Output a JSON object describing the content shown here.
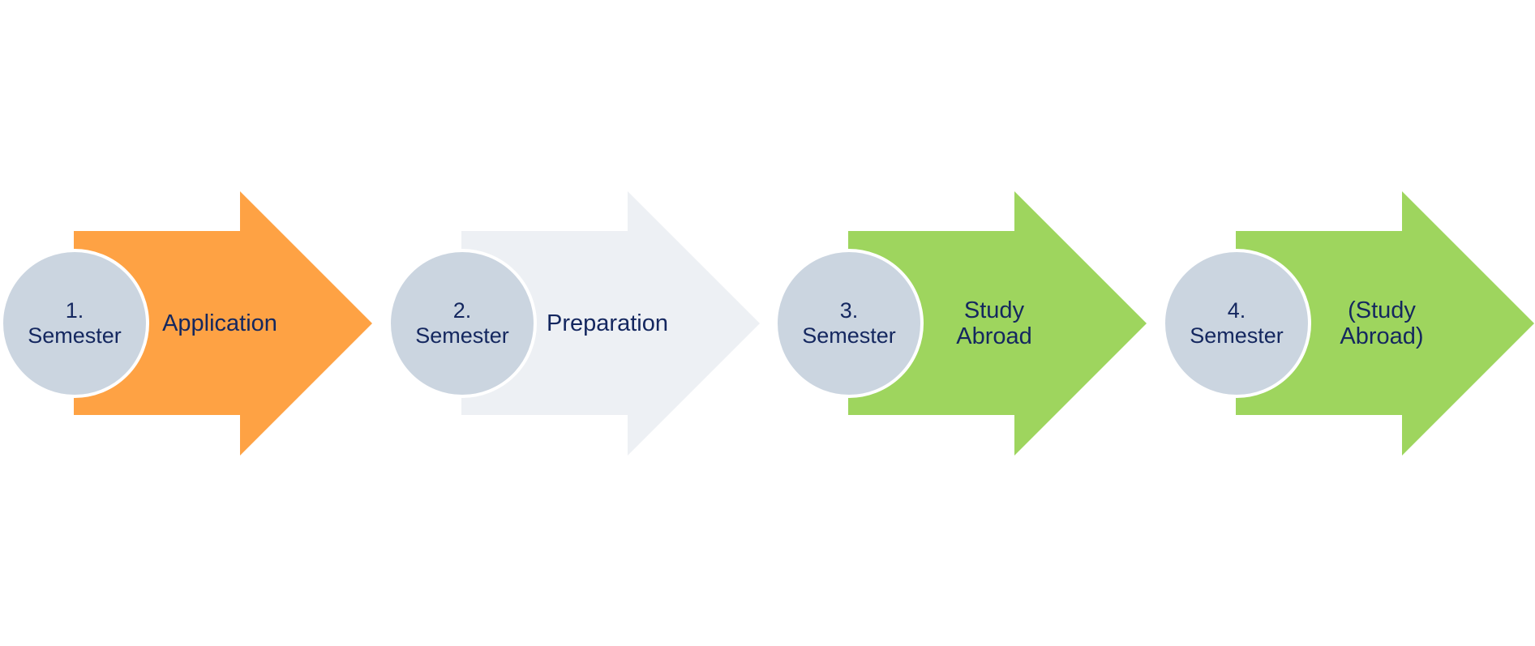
{
  "colors": {
    "text": "#14275f",
    "circle_fill": "#cbd5e0",
    "circle_stroke": "#ffffff"
  },
  "steps": [
    {
      "number": "1.",
      "period": "Semester",
      "phase_lines": [
        "Application"
      ],
      "arrow_fill": "#fea244"
    },
    {
      "number": "2.",
      "period": "Semester",
      "phase_lines": [
        "Preparation"
      ],
      "arrow_fill": "#edf0f4"
    },
    {
      "number": "3.",
      "period": "Semester",
      "phase_lines": [
        "Study",
        "Abroad"
      ],
      "arrow_fill": "#9ed55e"
    },
    {
      "number": "4.",
      "period": "Semester",
      "phase_lines": [
        "(Study",
        "Abroad)"
      ],
      "arrow_fill": "#9ed55e"
    }
  ]
}
